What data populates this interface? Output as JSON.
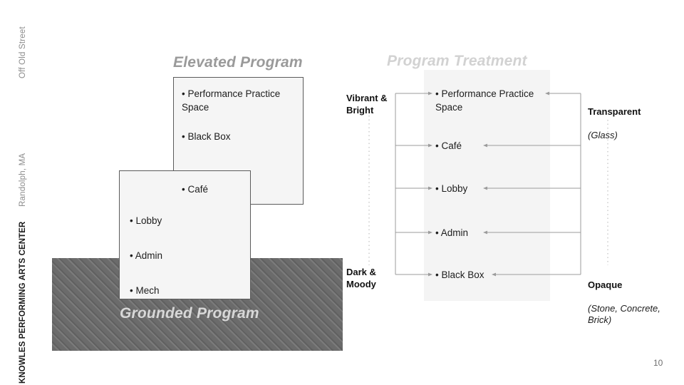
{
  "sidebar": {
    "location_line1": "Off Old Street",
    "location_line2": "Randolph, MA",
    "project_title": "KNOWLES PERFORMING ARTS CENTER"
  },
  "left_diagram": {
    "elevated_title": "Elevated Program",
    "grounded_title": "Grounded Program",
    "elevated_items": [
      "• Performance Practice\nSpace",
      "• Black Box",
      "• Café"
    ],
    "grounded_items": [
      "• Lobby",
      "• Admin",
      "• Mech"
    ]
  },
  "right_diagram": {
    "title": "Program Treatment",
    "items": [
      "• Performance Practice\nSpace",
      "• Café",
      "• Lobby",
      "• Admin",
      "• Black Box"
    ],
    "left_axis": {
      "top_label": "Vibrant &\nBright",
      "bottom_label": "Dark &\nMoody"
    },
    "right_axis": {
      "top_label": "Transparent",
      "top_sub": "(Glass)",
      "bottom_label": "Opaque",
      "bottom_sub": "(Stone, Concrete,\nBrick)"
    }
  },
  "footer": {
    "page_number": "10"
  },
  "colors": {
    "hatch_fill": "#6b6b6b",
    "box_fill": "#f5f5f5",
    "box_border": "#5b5b5b",
    "panel_fill": "#f4f4f4",
    "title_gray": "#9a9a9a",
    "title_light": "#d2d2d2",
    "connector": "#9b9b9b",
    "text_dark": "#1d1d1d"
  }
}
